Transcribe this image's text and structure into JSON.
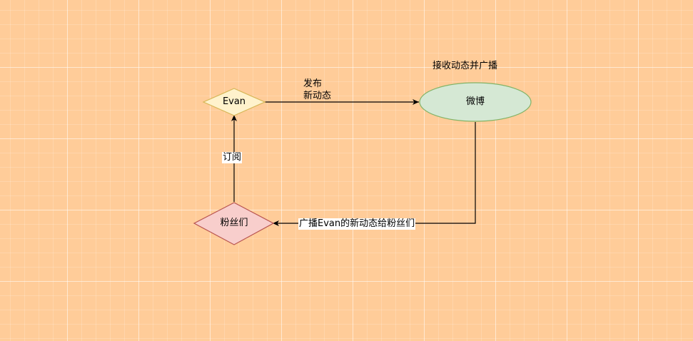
{
  "nodes": {
    "evan": {
      "label": "Evan",
      "fill": "#fff2cc",
      "stroke": "#d6b656"
    },
    "weibo": {
      "label": "微博",
      "fill": "#d5e8d4",
      "stroke": "#82b366"
    },
    "fans": {
      "label": "粉丝们",
      "fill": "#f8cecc",
      "stroke": "#b85450"
    }
  },
  "edges": {
    "publish": {
      "line1": "发布",
      "line2": "新动态"
    },
    "subscribe": {
      "label": "订阅"
    },
    "broadcast": {
      "label": "广播Evan的新动态给粉丝们"
    }
  },
  "annotations": {
    "weibo_note": "接收动态并广播"
  },
  "colors": {
    "background": "#ffcc99",
    "edge": "#000000"
  }
}
